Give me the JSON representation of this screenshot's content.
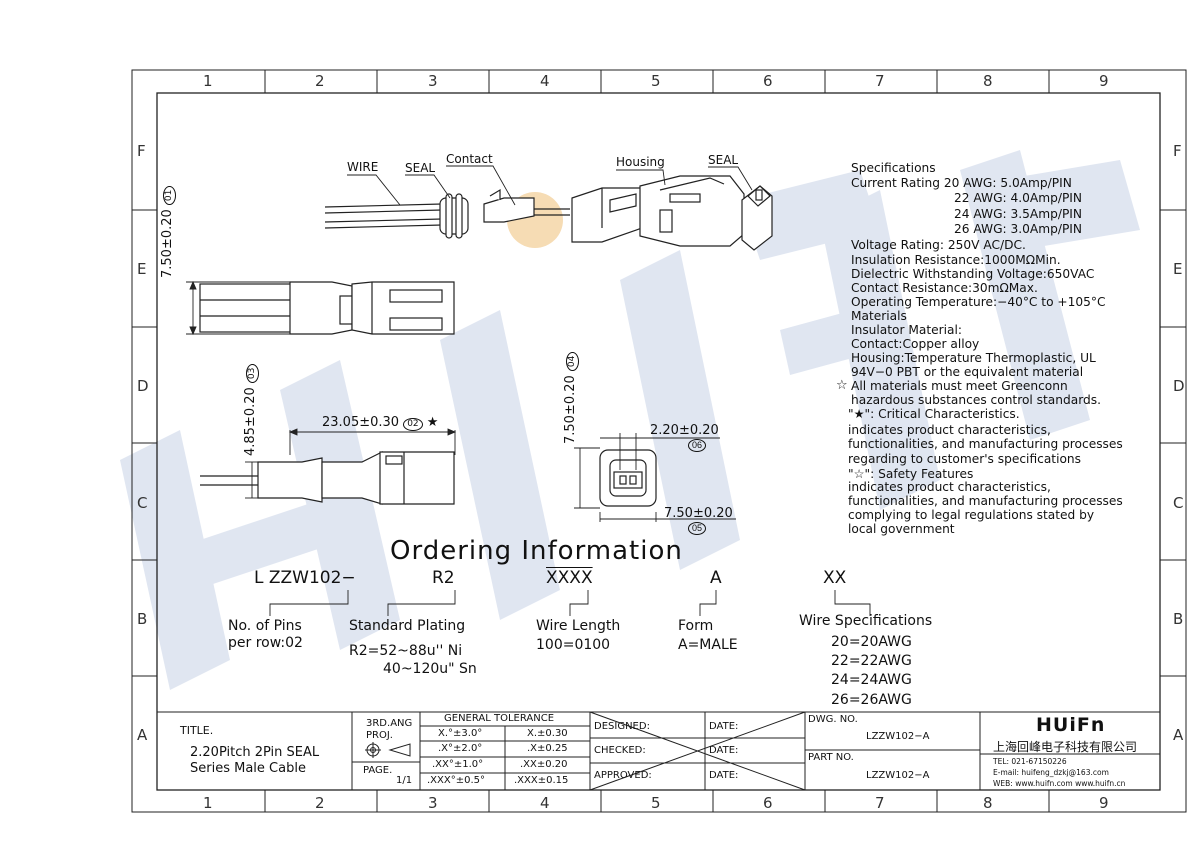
{
  "watermark": {
    "text": "HUIFN",
    "color": "#c7d2e6"
  },
  "zones": {
    "columns": [
      "1",
      "2",
      "3",
      "4",
      "5",
      "6",
      "7",
      "8",
      "9"
    ],
    "rows": [
      "F",
      "E",
      "D",
      "C",
      "B",
      "A"
    ]
  },
  "callouts": {
    "wire": "WIRE",
    "seal_left": "SEAL",
    "contact": "Contact",
    "housing": "Housing",
    "seal_right": "SEAL"
  },
  "dimensions": {
    "d01": "7.50±0.20",
    "d01_ref": "01",
    "d02": "23.05±0.30",
    "d02_ref": "02",
    "d02_mark": "★",
    "d03": "4.85±0.20",
    "d03_ref": "03",
    "d04": "7.50±0.20",
    "d04_ref": "04",
    "d06": "2.20±0.20",
    "d06_ref": "06",
    "d05": "7.50±0.20",
    "d05_ref": "05"
  },
  "specifications": {
    "title": "Specifications",
    "lines": [
      "Current Rating 20 AWG: 5.0Amp/PIN",
      "22 AWG: 4.0Amp/PIN",
      "24 AWG: 3.5Amp/PIN",
      "26 AWG: 3.0Amp/PIN",
      "Voltage Rating: 250V AC/DC.",
      "Insulation Resistance:1000MΩMin.",
      "Dielectric Withstanding Voltage:650VAC",
      "Contact Resistance:30mΩMax.",
      "Operating Temperature:−40°C to +105°C",
      "Materials",
      "Insulator Material:",
      "Contact:Copper alloy",
      "Housing:Temperature Thermoplastic, UL",
      "94V−0 PBT or the equivalent material",
      "All materials must meet Greenconn",
      "hazardous substances control standards.",
      "\"★\": Critical Characteristics.",
      "indicates product characteristics,",
      "functionalities, and manufacturing processes",
      "regarding to customer's specifications",
      "\"☆\": Safety Features",
      "indicates product characteristics,",
      "functionalities, and manufacturing processes",
      "complying to legal regulations stated by",
      "local government"
    ],
    "star_hollow": "☆"
  },
  "ordering": {
    "title": "Ordering Information",
    "prefix": "L ZZW102−",
    "plating_code": "R2",
    "length_code": "XXXX",
    "form_code": "A",
    "wire_code": "XX",
    "pins_label_1": "No. of Pins",
    "pins_label_2": "per row:02",
    "plating_label": "Standard Plating",
    "plating_1": "R2=52~88u'' Ni",
    "plating_2": "40~120u\" Sn",
    "length_label": "Wire Length",
    "length_value": "100=0100",
    "form_label": "Form",
    "form_value": "A=MALE",
    "wire_label": "Wire Specifications",
    "wire_values": [
      "20=20AWG",
      "22=22AWG",
      "24=24AWG",
      "26=26AWG"
    ]
  },
  "title_block": {
    "title_label": "TITLE.",
    "title_1": "2.20Pitch 2Pin SEAL",
    "title_2": "Series Male Cable",
    "proj_label": "3RD.ANG",
    "proj_label_2": "PROJ.",
    "page_label": "PAGE.",
    "page_value": "1/1",
    "tol_header": "GENERAL TOLERANCE",
    "tolerances": [
      [
        "X.°±3.0°",
        "X.±0.30"
      ],
      [
        ".X°±2.0°",
        ".X±0.25"
      ],
      [
        ".XX°±1.0°",
        ".XX±0.20"
      ],
      [
        ".XXX°±0.5°",
        ".XXX±0.15"
      ]
    ],
    "designed": "DESIGNED:",
    "checked": "CHECKED:",
    "approved": "APPROVED:",
    "date": "DATE:",
    "dwg_label": "DWG. NO.",
    "dwg_value": "LZZW102−A",
    "part_label": "PART NO.",
    "part_value": "LZZW102−A",
    "logo": "HUiFn",
    "company": "上海回峰电子科技有限公司",
    "tel": "TEL: 021-67150226",
    "email": "E-mail: huifeng_dzkj@163.com",
    "web": "WEB: www.huifn.com   www.huifn.cn"
  }
}
